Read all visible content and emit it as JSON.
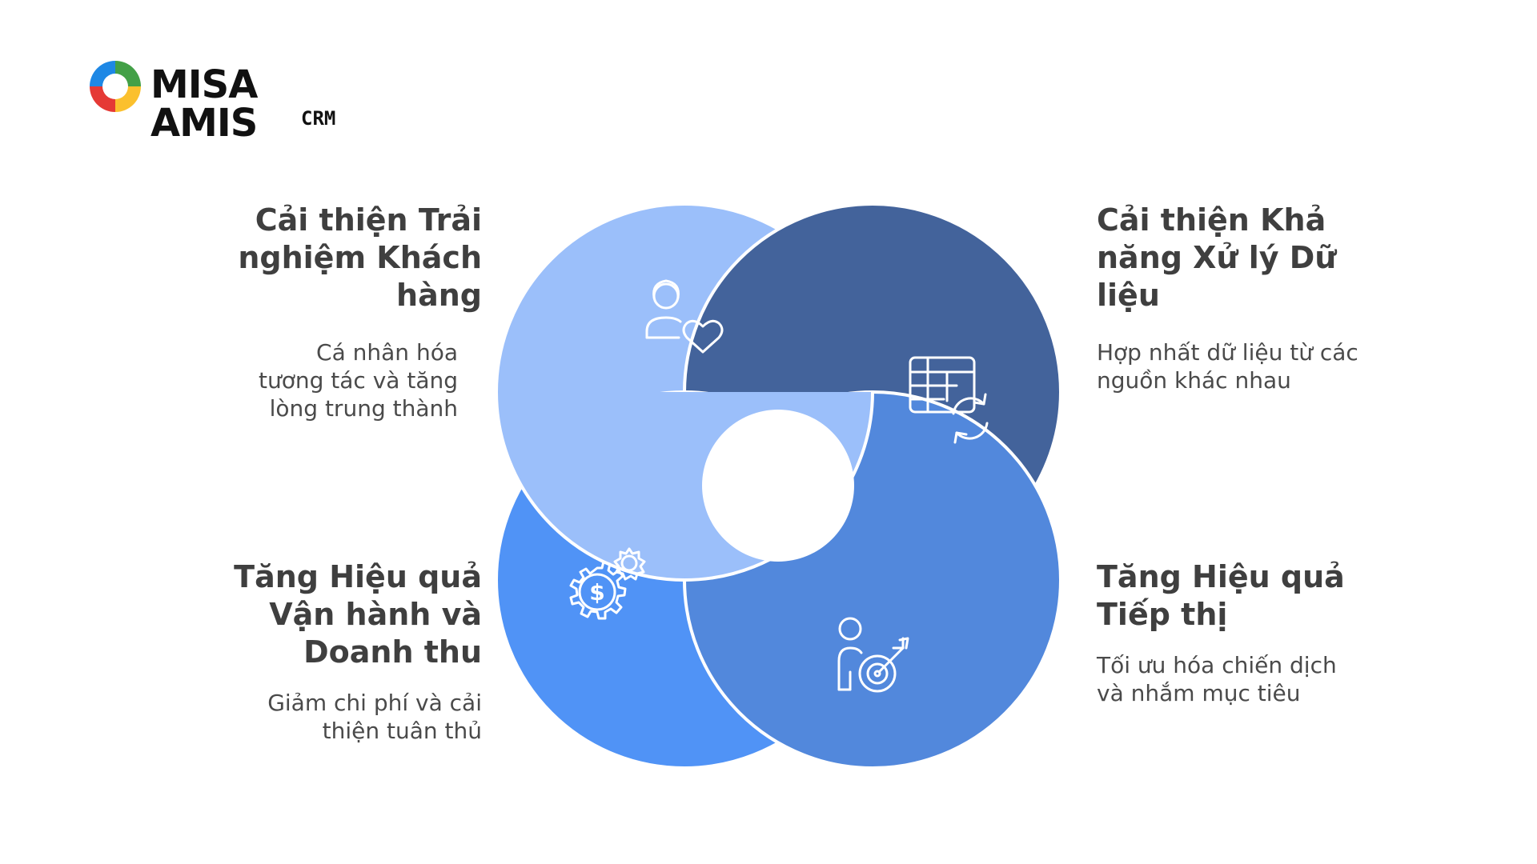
{
  "logo": {
    "text": "MISA AMIS",
    "subtext": "CRM",
    "colors": [
      "#e53935",
      "#fbc02d",
      "#43a047",
      "#1e88e5"
    ]
  },
  "colors": {
    "top_left": "#9bbffa",
    "top_right": "#43639b",
    "bottom_left": "#5093f6",
    "bottom_right": "#5288dc",
    "icon_stroke": "#ffffff"
  },
  "segments": {
    "top_left": {
      "title": "Cải thiện Trải nghiệm Khách hàng",
      "description": "Cá nhân hóa tương tác và tăng lòng trung thành",
      "icon": "customer-heart-icon"
    },
    "top_right": {
      "title": "Cải thiện Khả năng Xử lý Dữ liệu",
      "description": "Hợp nhất dữ liệu từ các nguồn khác nhau",
      "icon": "table-sync-icon"
    },
    "bottom_left": {
      "title": "Tăng Hiệu quả Vận hành và Doanh thu",
      "description": "Giảm chi phí và cải thiện tuân thủ",
      "icon": "gear-dollar-icon"
    },
    "bottom_right": {
      "title": "Tăng Hiệu quả Tiếp thị",
      "description": "Tối ưu hóa chiến dịch và nhắm mục tiêu",
      "icon": "person-target-icon"
    }
  }
}
